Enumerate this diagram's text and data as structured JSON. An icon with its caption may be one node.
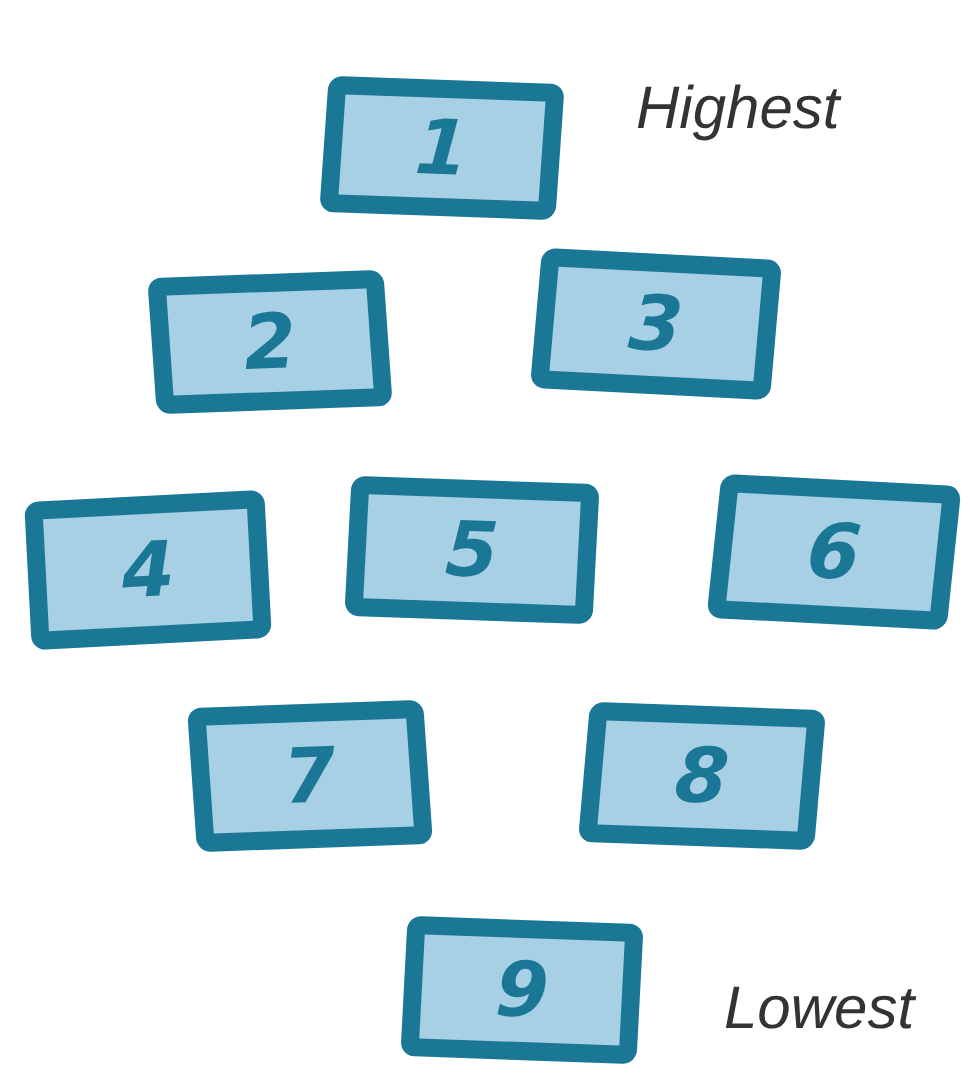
{
  "diagram": {
    "nodes": [
      {
        "text": [
          "1"
        ]
      },
      {
        "text": [
          "2"
        ]
      },
      {
        "text": [
          "3"
        ]
      },
      {
        "text": [
          "4"
        ]
      },
      {
        "text": [
          "5"
        ]
      },
      {
        "text": [
          "6"
        ]
      },
      {
        "text": [
          "7"
        ]
      },
      {
        "text": [
          "8"
        ]
      },
      {
        "text": [
          "9"
        ]
      }
    ],
    "labels": [
      "Highest",
      "Lowest"
    ]
  }
}
